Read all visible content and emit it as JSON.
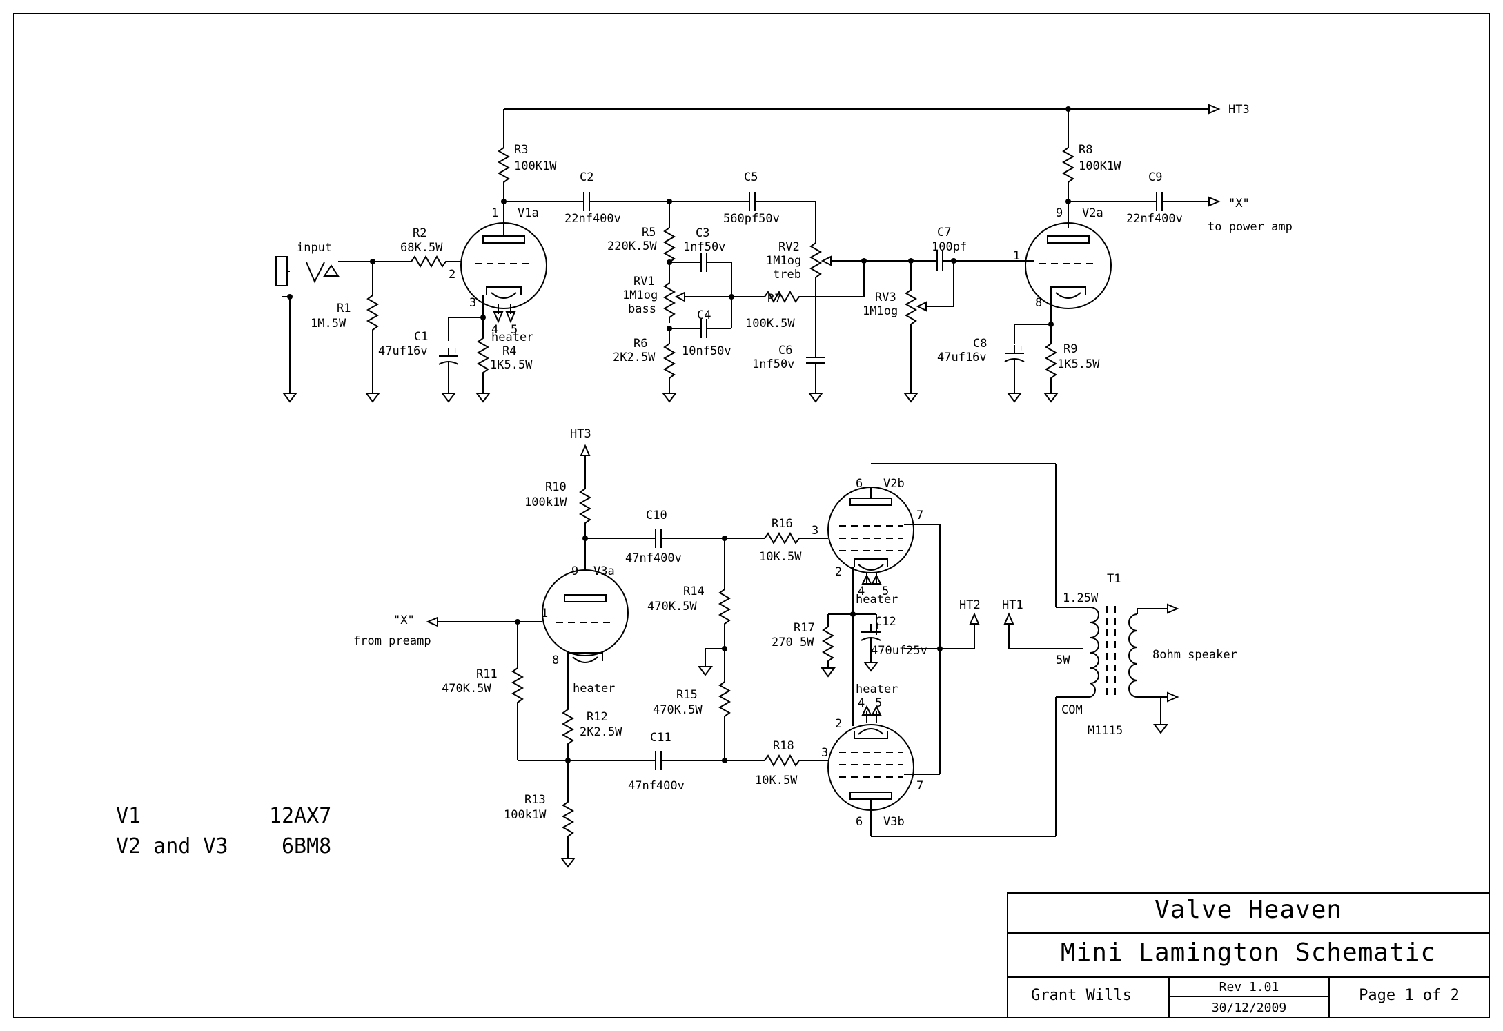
{
  "nets": {
    "ht3_right": "HT3",
    "ht3_top": "HT3",
    "out_x": "\"X\"",
    "out_x_note": "to power amp",
    "in_x": "\"X\"",
    "in_x_note": "from preamp",
    "input": "input",
    "ht2": "HT2",
    "ht1": "HT1"
  },
  "tubes": {
    "v1a": {
      "name": "V1a",
      "plate": "1",
      "grid": "2",
      "cathode": "3",
      "h4": "4",
      "h5": "5",
      "heater": "heater"
    },
    "v2a": {
      "name": "V2a",
      "plate": "9",
      "grid": "1",
      "cathode": "8"
    },
    "v3a": {
      "name": "V3a",
      "plate": "9",
      "grid": "1",
      "cathode": "8",
      "heater": "heater"
    },
    "v2b": {
      "name": "V2b",
      "plate": "6",
      "grid": "3",
      "cathode": "2",
      "screen": "7",
      "h4": "4",
      "h5": "5",
      "heater": "heater"
    },
    "v3b": {
      "name": "V3b",
      "plate": "6",
      "grid": "3",
      "cathode": "2",
      "screen": "7",
      "h4": "4",
      "h5": "5",
      "heater": "heater"
    }
  },
  "resistors": {
    "r1": {
      "ref": "R1",
      "value": "1M.5W"
    },
    "r2": {
      "ref": "R2",
      "value": "68K.5W"
    },
    "r3": {
      "ref": "R3",
      "value": "100K1W"
    },
    "r4": {
      "ref": "R4",
      "value": "1K5.5W"
    },
    "r5": {
      "ref": "R5",
      "value": "220K.5W"
    },
    "r6": {
      "ref": "R6",
      "value": "2K2.5W"
    },
    "r7": {
      "ref": "R7",
      "value": "100K.5W"
    },
    "r8": {
      "ref": "R8",
      "value": "100K1W"
    },
    "r9": {
      "ref": "R9",
      "value": "1K5.5W"
    },
    "r10": {
      "ref": "R10",
      "value": "100k1W"
    },
    "r11": {
      "ref": "R11",
      "value": "470K.5W"
    },
    "r12": {
      "ref": "R12",
      "value": "2K2.5W"
    },
    "r13": {
      "ref": "R13",
      "value": "100k1W"
    },
    "r14": {
      "ref": "R14",
      "value": "470K.5W"
    },
    "r15": {
      "ref": "R15",
      "value": "470K.5W"
    },
    "r16": {
      "ref": "R16",
      "value": "10K.5W"
    },
    "r17": {
      "ref": "R17",
      "value": "270 5W"
    },
    "r18": {
      "ref": "R18",
      "value": "10K.5W"
    }
  },
  "pots": {
    "rv1": {
      "ref": "RV1",
      "value": "1M1og",
      "note": "bass"
    },
    "rv2": {
      "ref": "RV2",
      "value": "1M1og",
      "note": "treb"
    },
    "rv3": {
      "ref": "RV3",
      "value": "1M1og"
    }
  },
  "capacitors": {
    "c1": {
      "ref": "C1",
      "value": "47uf16v"
    },
    "c2": {
      "ref": "C2",
      "value": "22nf400v"
    },
    "c3": {
      "ref": "C3",
      "value": "1nf50v"
    },
    "c4": {
      "ref": "C4",
      "value": "10nf50v"
    },
    "c5": {
      "ref": "C5",
      "value": "560pf50v"
    },
    "c6": {
      "ref": "C6",
      "value": "1nf50v"
    },
    "c7": {
      "ref": "C7",
      "value": "100pf"
    },
    "c8": {
      "ref": "C8",
      "value": "47uf16v"
    },
    "c9": {
      "ref": "C9",
      "value": "22nf400v"
    },
    "c10": {
      "ref": "C10",
      "value": "47nf400v"
    },
    "c11": {
      "ref": "C11",
      "value": "47nf400v"
    },
    "c12": {
      "ref": "C12",
      "value": "470uf25v"
    }
  },
  "transformer": {
    "ref": "T1",
    "tap_top": "1.25W",
    "tap_mid": "5W",
    "tap_com": "COM",
    "secondary": "8ohm speaker",
    "model": "M1115"
  },
  "tube_list": [
    {
      "tube": "V1",
      "type": "12AX7"
    },
    {
      "tube": "V2 and V3",
      "type": "6BM8"
    }
  ],
  "title_block": {
    "company": "Valve Heaven",
    "title": "Mini Lamington Schematic",
    "author": "Grant Wills",
    "rev": "Rev 1.01",
    "date": "30/12/2009",
    "page": "Page 1 of 2"
  }
}
